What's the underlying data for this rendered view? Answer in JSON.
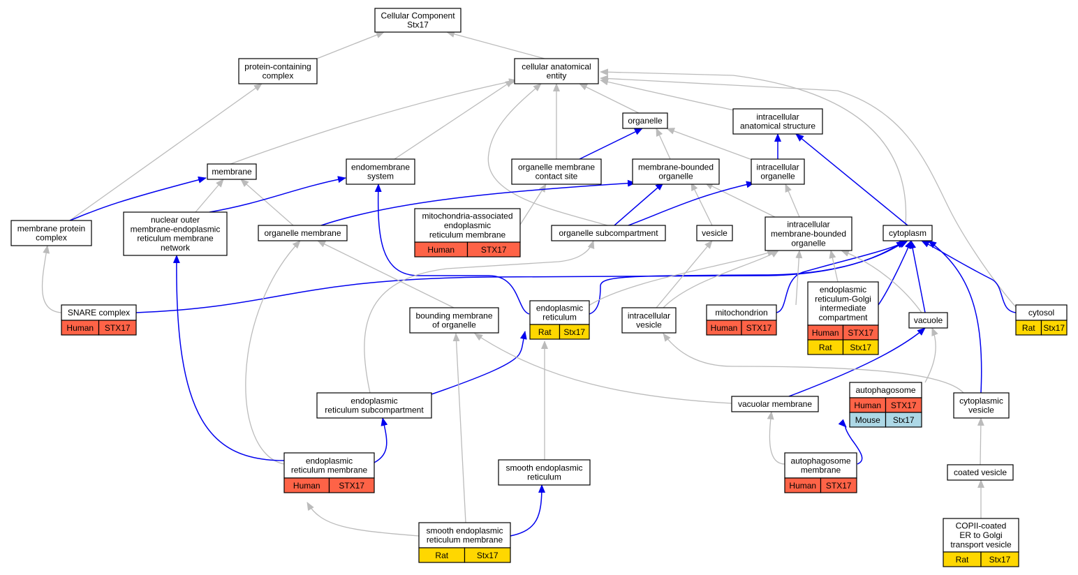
{
  "colors": {
    "Human": "#fe6347",
    "Rat": "#ffd700",
    "Mouse": "#add8e6",
    "edge_grey": "#bbbbbb",
    "edge_blue": "#0000ee"
  },
  "nodes": {
    "root": {
      "lines": [
        "Cellular Component",
        "Stx17"
      ],
      "rows": []
    },
    "pcc": {
      "lines": [
        "protein-containing",
        "complex"
      ],
      "rows": []
    },
    "cae": {
      "lines": [
        "cellular anatomical",
        "entity"
      ],
      "rows": []
    },
    "organelle": {
      "lines": [
        "organelle"
      ],
      "rows": []
    },
    "ias": {
      "lines": [
        "intracellular",
        "anatomical structure"
      ],
      "rows": []
    },
    "membrane": {
      "lines": [
        "membrane"
      ],
      "rows": []
    },
    "endomem": {
      "lines": [
        "endomembrane",
        "system"
      ],
      "rows": []
    },
    "omcs": {
      "lines": [
        "organelle membrane",
        "contact site"
      ],
      "rows": []
    },
    "mbo": {
      "lines": [
        "membrane-bounded",
        "organelle"
      ],
      "rows": []
    },
    "io": {
      "lines": [
        "intracellular",
        "organelle"
      ],
      "rows": []
    },
    "mpc": {
      "lines": [
        "membrane protein",
        "complex"
      ],
      "rows": []
    },
    "noer": {
      "lines": [
        "nuclear outer",
        "membrane-endoplasmic",
        "reticulum membrane",
        "network"
      ],
      "rows": []
    },
    "om": {
      "lines": [
        "organelle membrane"
      ],
      "rows": []
    },
    "mam": {
      "lines": [
        "mitochondria-associated",
        "endoplasmic",
        "reticulum membrane"
      ],
      "rows": [
        [
          "Human",
          "STX17"
        ]
      ]
    },
    "os": {
      "lines": [
        "organelle subcompartment"
      ],
      "rows": []
    },
    "vesicle": {
      "lines": [
        "vesicle"
      ],
      "rows": []
    },
    "imbo": {
      "lines": [
        "intracellular",
        "membrane-bounded",
        "organelle"
      ],
      "rows": []
    },
    "cyto": {
      "lines": [
        "cytoplasm"
      ],
      "rows": []
    },
    "snare": {
      "lines": [
        "SNARE complex"
      ],
      "rows": [
        [
          "Human",
          "STX17"
        ]
      ]
    },
    "bmo": {
      "lines": [
        "bounding membrane",
        "of organelle"
      ],
      "rows": []
    },
    "er": {
      "lines": [
        "endoplasmic",
        "reticulum"
      ],
      "rows": [
        [
          "Rat",
          "Stx17"
        ]
      ]
    },
    "iv": {
      "lines": [
        "intracellular",
        "vesicle"
      ],
      "rows": []
    },
    "mito": {
      "lines": [
        "mitochondrion"
      ],
      "rows": [
        [
          "Human",
          "STX17"
        ]
      ]
    },
    "ergic": {
      "lines": [
        "endoplasmic",
        "reticulum-Golgi",
        "intermediate",
        "compartment"
      ],
      "rows": [
        [
          "Human",
          "STX17"
        ],
        [
          "Rat",
          "Stx17"
        ]
      ]
    },
    "vacuole": {
      "lines": [
        "vacuole"
      ],
      "rows": []
    },
    "cytosol": {
      "lines": [
        "cytosol"
      ],
      "rows": [
        [
          "Rat",
          "Stx17"
        ]
      ]
    },
    "ersub": {
      "lines": [
        "endoplasmic",
        "reticulum subcompartment"
      ],
      "rows": []
    },
    "autoph": {
      "lines": [
        "autophagosome"
      ],
      "rows": [
        [
          "Human",
          "STX17"
        ],
        [
          "Mouse",
          "Stx17"
        ]
      ]
    },
    "vm": {
      "lines": [
        "vacuolar membrane"
      ],
      "rows": []
    },
    "cv": {
      "lines": [
        "cytoplasmic",
        "vesicle"
      ],
      "rows": []
    },
    "erm": {
      "lines": [
        "endoplasmic",
        "reticulum membrane"
      ],
      "rows": [
        [
          "Human",
          "STX17"
        ]
      ]
    },
    "ser": {
      "lines": [
        "smooth endoplasmic",
        "reticulum"
      ],
      "rows": []
    },
    "am": {
      "lines": [
        "autophagosome",
        "membrane"
      ],
      "rows": [
        [
          "Human",
          "STX17"
        ]
      ]
    },
    "coated": {
      "lines": [
        "coated vesicle"
      ],
      "rows": []
    },
    "serm": {
      "lines": [
        "smooth endoplasmic",
        "reticulum membrane"
      ],
      "rows": [
        [
          "Rat",
          "Stx17"
        ]
      ]
    },
    "copii": {
      "lines": [
        "COPII-coated",
        "ER to Golgi",
        "transport vesicle"
      ],
      "rows": [
        [
          "Rat",
          "Stx17"
        ]
      ]
    }
  },
  "edges": [
    {
      "from": "pcc",
      "to": "root",
      "kind": "is_a"
    },
    {
      "from": "cae",
      "to": "root",
      "kind": "is_a"
    },
    {
      "from": "mpc",
      "to": "pcc",
      "kind": "is_a"
    },
    {
      "from": "organelle",
      "to": "cae",
      "kind": "is_a"
    },
    {
      "from": "ias",
      "to": "cae",
      "kind": "is_a"
    },
    {
      "from": "membrane",
      "to": "cae",
      "kind": "is_a"
    },
    {
      "from": "endomem",
      "to": "cae",
      "kind": "is_a"
    },
    {
      "from": "omcs",
      "to": "cae",
      "kind": "is_a"
    },
    {
      "from": "os",
      "to": "cae",
      "kind": "is_a"
    },
    {
      "from": "cyto",
      "to": "cae",
      "kind": "is_a"
    },
    {
      "from": "omcs",
      "to": "organelle",
      "kind": "part_of"
    },
    {
      "from": "mbo",
      "to": "organelle",
      "kind": "is_a"
    },
    {
      "from": "io",
      "to": "organelle",
      "kind": "is_a"
    },
    {
      "from": "io",
      "to": "ias",
      "kind": "part_of"
    },
    {
      "from": "cyto",
      "to": "ias",
      "kind": "part_of"
    },
    {
      "from": "mpc",
      "to": "membrane",
      "kind": "part_of"
    },
    {
      "from": "noer",
      "to": "membrane",
      "kind": "is_a"
    },
    {
      "from": "om",
      "to": "membrane",
      "kind": "is_a"
    },
    {
      "from": "noer",
      "to": "endomem",
      "kind": "part_of"
    },
    {
      "from": "er",
      "to": "endomem",
      "kind": "part_of"
    },
    {
      "from": "mam",
      "to": "omcs",
      "kind": "is_a"
    },
    {
      "from": "om",
      "to": "mbo",
      "kind": "part_of"
    },
    {
      "from": "os",
      "to": "mbo",
      "kind": "part_of"
    },
    {
      "from": "vesicle",
      "to": "mbo",
      "kind": "is_a"
    },
    {
      "from": "imbo",
      "to": "mbo",
      "kind": "is_a"
    },
    {
      "from": "os",
      "to": "io",
      "kind": "part_of"
    },
    {
      "from": "imbo",
      "to": "io",
      "kind": "is_a"
    },
    {
      "from": "cytosol",
      "to": "cae",
      "kind": "is_a"
    },
    {
      "from": "snare",
      "to": "mpc",
      "kind": "is_a"
    },
    {
      "from": "snare",
      "to": "cyto",
      "kind": "part_of"
    },
    {
      "from": "bmo",
      "to": "om",
      "kind": "is_a"
    },
    {
      "from": "erm",
      "to": "om",
      "kind": "is_a"
    },
    {
      "from": "er",
      "to": "cyto",
      "kind": "part_of"
    },
    {
      "from": "er",
      "to": "imbo",
      "kind": "is_a"
    },
    {
      "from": "iv",
      "to": "vesicle",
      "kind": "is_a"
    },
    {
      "from": "iv",
      "to": "imbo",
      "kind": "is_a"
    },
    {
      "from": "mito",
      "to": "cyto",
      "kind": "part_of"
    },
    {
      "from": "mito",
      "to": "imbo",
      "kind": "is_a"
    },
    {
      "from": "ergic",
      "to": "cyto",
      "kind": "part_of"
    },
    {
      "from": "ergic",
      "to": "imbo",
      "kind": "is_a"
    },
    {
      "from": "vacuole",
      "to": "cyto",
      "kind": "part_of"
    },
    {
      "from": "vacuole",
      "to": "imbo",
      "kind": "is_a"
    },
    {
      "from": "cytosol",
      "to": "cyto",
      "kind": "part_of"
    },
    {
      "from": "ersub",
      "to": "os",
      "kind": "is_a"
    },
    {
      "from": "ersub",
      "to": "er",
      "kind": "part_of"
    },
    {
      "from": "vm",
      "to": "bmo",
      "kind": "is_a"
    },
    {
      "from": "vm",
      "to": "vacuole",
      "kind": "part_of"
    },
    {
      "from": "autoph",
      "to": "vacuole",
      "kind": "is_a"
    },
    {
      "from": "cv",
      "to": "iv",
      "kind": "is_a"
    },
    {
      "from": "cv",
      "to": "cyto",
      "kind": "part_of"
    },
    {
      "from": "erm",
      "to": "ersub",
      "kind": "part_of"
    },
    {
      "from": "erm",
      "to": "noer",
      "kind": "part_of"
    },
    {
      "from": "serm",
      "to": "bmo",
      "kind": "is_a"
    },
    {
      "from": "serm",
      "to": "erm",
      "kind": "is_a"
    },
    {
      "from": "serm",
      "to": "ser",
      "kind": "part_of"
    },
    {
      "from": "ser",
      "to": "er",
      "kind": "is_a"
    },
    {
      "from": "am",
      "to": "vm",
      "kind": "is_a"
    },
    {
      "from": "am",
      "to": "autoph",
      "kind": "part_of"
    },
    {
      "from": "coated",
      "to": "cv",
      "kind": "is_a"
    },
    {
      "from": "copii",
      "to": "coated",
      "kind": "is_a"
    }
  ]
}
